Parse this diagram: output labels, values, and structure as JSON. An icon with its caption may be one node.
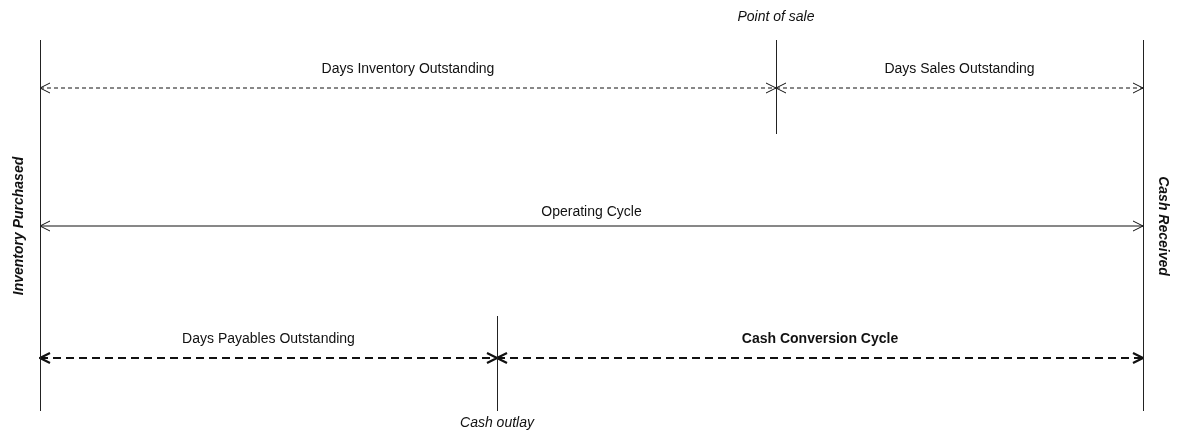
{
  "diagram": {
    "nodes": [
      {
        "text": [
          "Point of sale"
        ]
      },
      {
        "text": [
          "Inventory Purchased"
        ]
      },
      {
        "text": [
          "Cash Received"
        ]
      },
      {
        "text": [
          "Cash outlay"
        ]
      }
    ],
    "edges": [
      {
        "from": 1,
        "to": 0,
        "arrow": "both",
        "label": "Days Inventory Outstanding",
        "style": "dashed"
      },
      {
        "from": 0,
        "to": 2,
        "arrow": "both",
        "label": "Days Sales Outstanding",
        "style": "dashed"
      },
      {
        "from": 1,
        "to": 2,
        "arrow": "both",
        "label": "Operating Cycle"
      },
      {
        "from": 1,
        "to": 3,
        "arrow": "both",
        "label": "Days Payables Outstanding",
        "style": "dashed"
      },
      {
        "from": 3,
        "to": 2,
        "arrow": "both",
        "label": "Cash Conversion Cycle",
        "style": "dashed"
      }
    ]
  }
}
